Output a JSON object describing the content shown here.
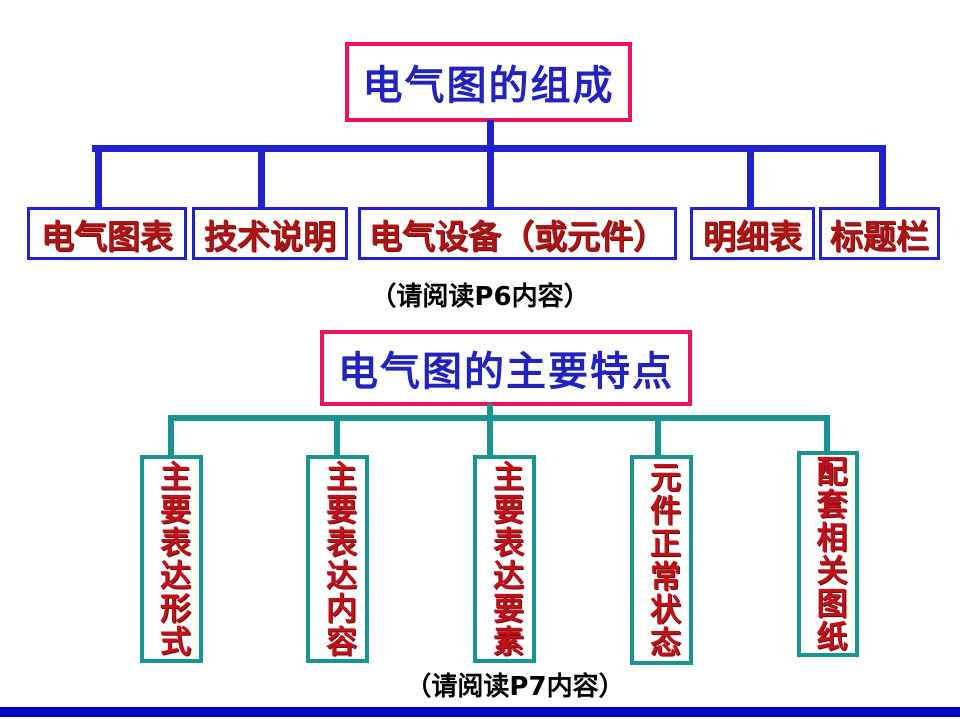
{
  "slide": {
    "background": "#FFFFFF"
  },
  "colors": {
    "title_border_pink": "#EC135E",
    "title_text_blue": "#2222BE",
    "tree1_line_blue": "#2222CC",
    "tree1_box_border_blue": "#2222CC",
    "tree1_box_text_red": "#AE1414",
    "tree2_line_teal": "#1B938F",
    "tree2_box_border_teal": "#1B938F",
    "tree2_box_text_red": "#C01019",
    "caption_black": "#000000",
    "footer_bar_blue": "#0000C6"
  },
  "section1": {
    "title": "电气图的组成",
    "boxes": [
      {
        "label": "电气图表"
      },
      {
        "label": "技术说明"
      },
      {
        "label": "电气设备（或元件）"
      },
      {
        "label": "明细表"
      },
      {
        "label": "标题栏"
      }
    ],
    "caption": "（请阅读P6内容）"
  },
  "section2": {
    "title": "电气图的主要特点",
    "boxes": [
      {
        "label": "主要表达形式"
      },
      {
        "label": "主要表达内容"
      },
      {
        "label": "主要表达要素"
      },
      {
        "label": "元件正常状态"
      },
      {
        "label": "配套相关图纸"
      }
    ],
    "caption": "（请阅读P7内容）"
  }
}
